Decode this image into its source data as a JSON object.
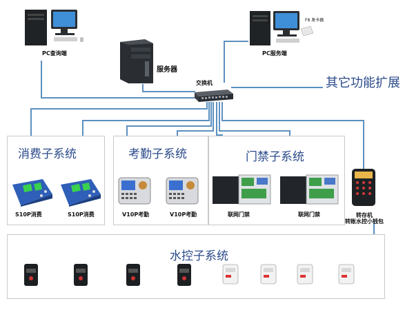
{
  "top": {
    "pc_query_label": "PC查询端",
    "server_label": "服务器",
    "pc_service_label": "PC服务端",
    "card_issuer_label": "F8 发卡器",
    "switch_label": "交换机",
    "other_functions_label": "其它功能扩展"
  },
  "consumption": {
    "title": "消费子系统",
    "devices": [
      "S10P消费",
      "S10P消费"
    ]
  },
  "attendance": {
    "title": "考勤子系统",
    "devices": [
      "V10P考勤",
      "V10P考勤"
    ]
  },
  "access": {
    "title": "门禁子系统",
    "devices": [
      "联网门禁",
      "联网门禁"
    ]
  },
  "transfer": {
    "label_line1": "转存机",
    "label_line2": "转账水控小钱包"
  },
  "water": {
    "title": "水控子系统"
  },
  "colors": {
    "line": "#5b8fbf",
    "title_text": "#2a4a8a",
    "box_border": "#c9c9c9"
  }
}
